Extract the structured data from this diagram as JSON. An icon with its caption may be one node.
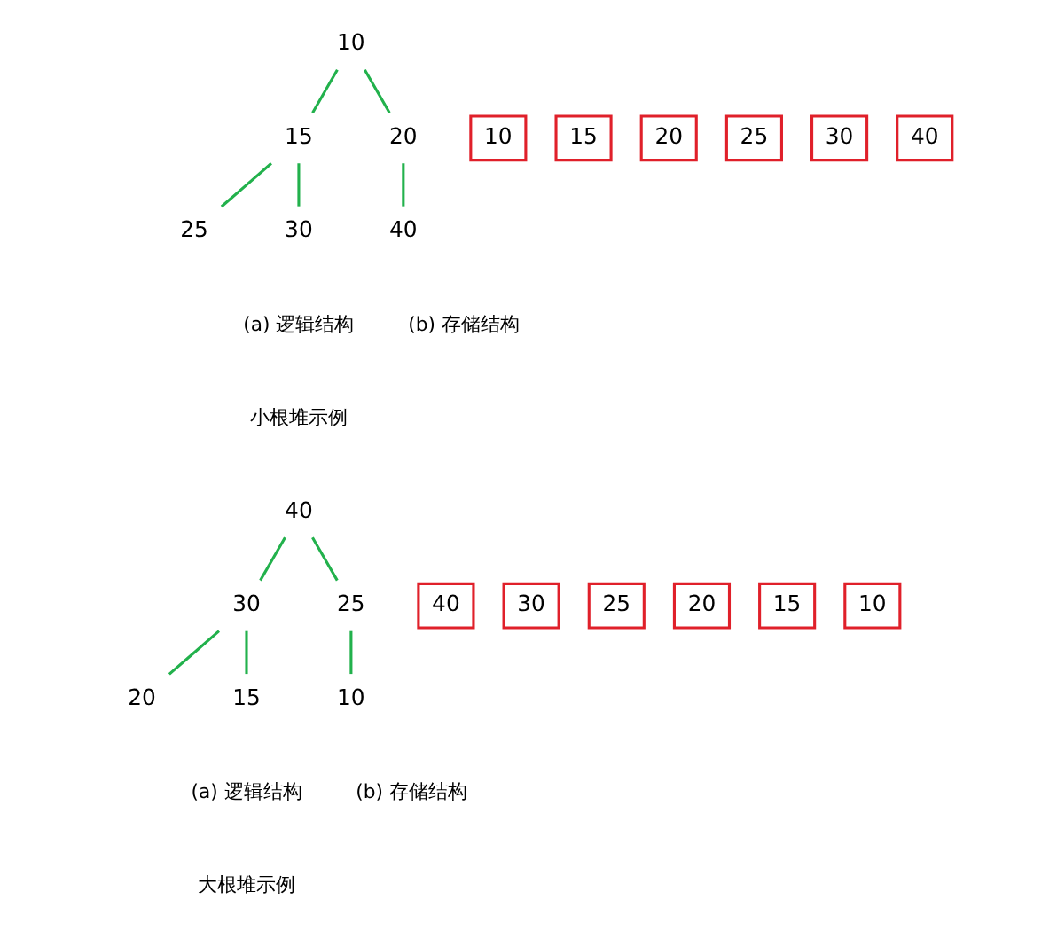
{
  "diagram": {
    "nodes": [
      {
        "text": [
          "10"
        ]
      },
      {
        "text": [
          "15"
        ]
      },
      {
        "text": [
          "20"
        ]
      },
      {
        "text": [
          "25"
        ]
      },
      {
        "text": [
          "30"
        ]
      },
      {
        "text": [
          "40"
        ]
      },
      {
        "text": [
          "10"
        ]
      },
      {
        "text": [
          "15"
        ]
      },
      {
        "text": [
          "20"
        ]
      },
      {
        "text": [
          "25"
        ]
      },
      {
        "text": [
          "30"
        ]
      },
      {
        "text": [
          "40"
        ]
      },
      {
        "text": [
          "40"
        ]
      },
      {
        "text": [
          "30"
        ]
      },
      {
        "text": [
          "25"
        ]
      },
      {
        "text": [
          "20"
        ]
      },
      {
        "text": [
          "15"
        ]
      },
      {
        "text": [
          "10"
        ]
      },
      {
        "text": [
          "40"
        ]
      },
      {
        "text": [
          "30"
        ]
      },
      {
        "text": [
          "25"
        ]
      },
      {
        "text": [
          "20"
        ]
      },
      {
        "text": [
          "15"
        ]
      },
      {
        "text": [
          "10"
        ]
      }
    ],
    "edges": [
      {
        "from": 0,
        "to": 1,
        "arrow": "none"
      },
      {
        "from": 0,
        "to": 2,
        "arrow": "none"
      },
      {
        "from": 1,
        "to": 3,
        "arrow": "none"
      },
      {
        "from": 1,
        "to": 4,
        "arrow": "none"
      },
      {
        "from": 2,
        "to": 5,
        "arrow": "none"
      },
      {
        "from": 12,
        "to": 13,
        "arrow": "none"
      },
      {
        "from": 12,
        "to": 14,
        "arrow": "none"
      },
      {
        "from": 13,
        "to": 15,
        "arrow": "none"
      },
      {
        "from": 13,
        "to": 16,
        "arrow": "none"
      },
      {
        "from": 14,
        "to": 17,
        "arrow": "none"
      }
    ],
    "labels": [
      "(a) 逻辑结构",
      "(b) 存储结构",
      "小根堆示例",
      "(a) 逻辑结构",
      "(b) 存储结构",
      "大根堆示例"
    ]
  }
}
